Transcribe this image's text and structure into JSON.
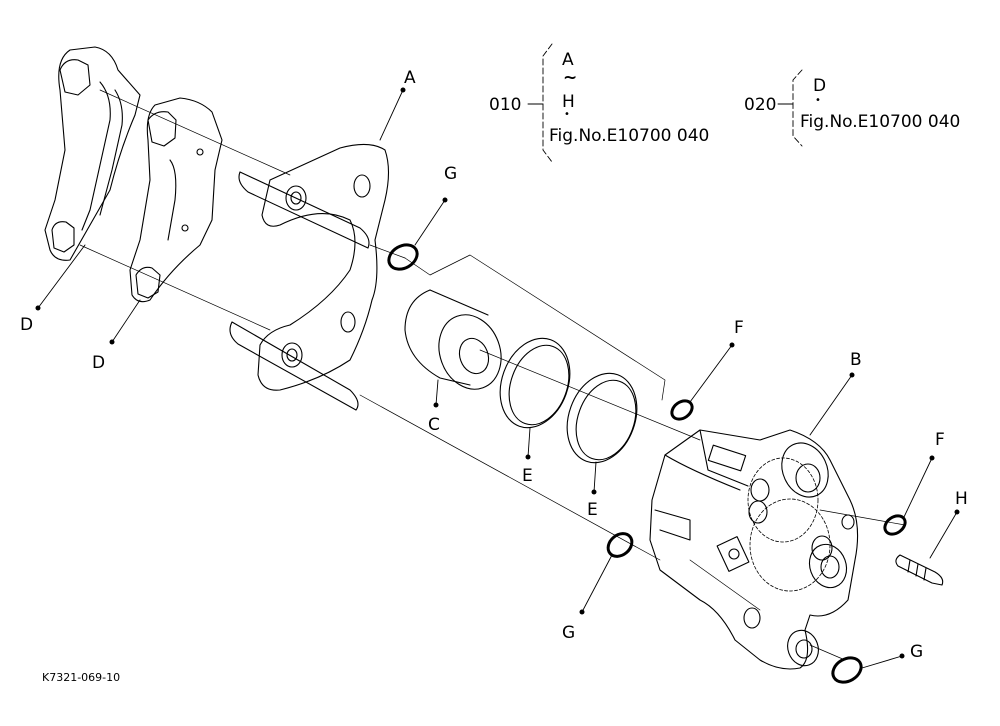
{
  "part_labels": {
    "a": "A",
    "b": "B",
    "c": "C",
    "d1": "D",
    "d2": "D",
    "e1": "E",
    "e2": "E",
    "f1": "F",
    "f2": "F",
    "g1": "G",
    "g2": "G",
    "g3": "G",
    "h": "H"
  },
  "reference_010": {
    "number": "010",
    "range_start": "A",
    "range_sep": "~",
    "range_end": "H",
    "dot": "•",
    "figure": "Fig.No.E10700  040"
  },
  "reference_020": {
    "number": "020",
    "part": "D",
    "dot": "•",
    "figure": "Fig.No.E10700  040"
  },
  "drawing_code": "K7321-069-10"
}
